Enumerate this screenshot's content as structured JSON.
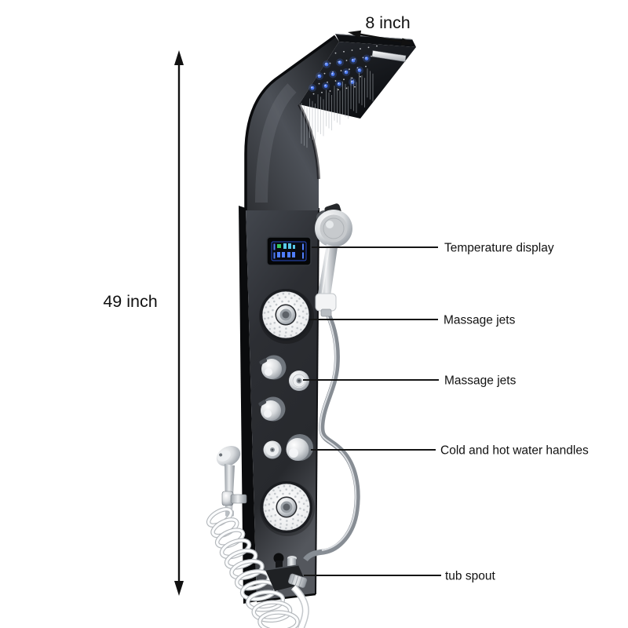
{
  "dimensions": {
    "width_label": "8 inch",
    "height_label": "49 inch"
  },
  "callouts": [
    {
      "label": "Temperature display"
    },
    {
      "label": "Massage jets"
    },
    {
      "label": "Massage jets"
    },
    {
      "label": "Cold and hot water handles"
    },
    {
      "label": "tub spout"
    }
  ],
  "colors": {
    "background": "#ffffff",
    "annotation_text": "#111111",
    "callout_line": "#151515",
    "led_blue": "#4d7cf7",
    "lcd_blue": "#4f7dfa",
    "lcd_green": "#35c95f",
    "lcd_cyan": "#57c9ea",
    "chrome_highlight": "#eceef0",
    "panel_dark": "#2b2d32"
  }
}
